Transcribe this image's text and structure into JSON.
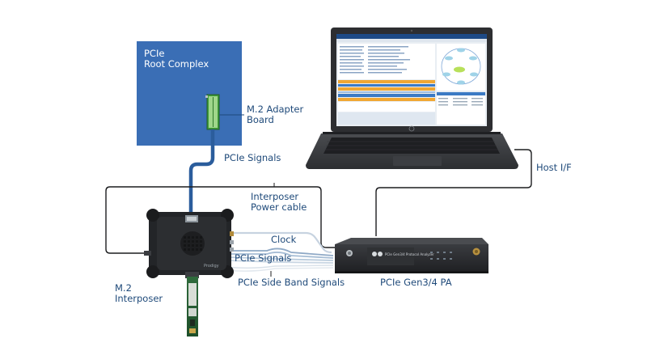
{
  "root_complex": {
    "line1": "PCIe",
    "line2": "Root Complex"
  },
  "adapter": {
    "line1": "M.2 Adapter",
    "line2": "Board"
  },
  "labels": {
    "pcie_signals_top": "PCIe Signals",
    "host_if": "Host I/F",
    "interposer_power_1": "Interposer",
    "interposer_power_2": "Power cable",
    "clock": "Clock",
    "pcie_signals_mid": "PCIe Signals",
    "sideband": "PCIe Side Band Signals",
    "interposer_1": "M.2",
    "interposer_2": "Interposer",
    "analyzer": "PCIe Gen3/4 PA"
  },
  "device_text": {
    "interposer_brand": "Prodigy",
    "analyzer_plate": "PCIe Gen3/4 Protocol Analyzer"
  },
  "colors": {
    "root_complex_fill": "#3a6eb5",
    "label_text": "#1f4a7a",
    "cable_blue": "#2b5d9c",
    "device_dark": "#2a2c2f"
  }
}
